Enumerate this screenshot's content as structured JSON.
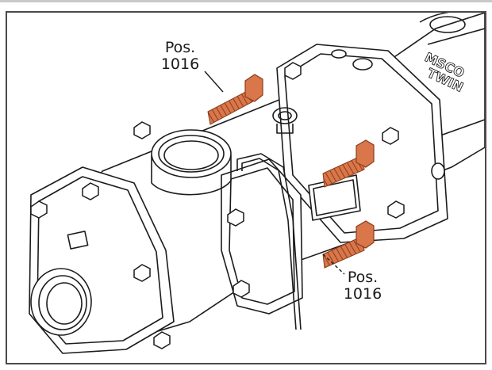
{
  "labels": {
    "top_pos": "Pos.",
    "top_num": "1016",
    "bottom_pos": "Pos.",
    "bottom_num": "1016"
  },
  "motor_text": [
    "MSCO",
    "TWIN"
  ],
  "colors": {
    "bolt": "#d9764a",
    "bolt_dark": "#8a3d1c",
    "line": "#1c1c1c",
    "frame": "#4a4a4a",
    "background": "#ffffff"
  }
}
